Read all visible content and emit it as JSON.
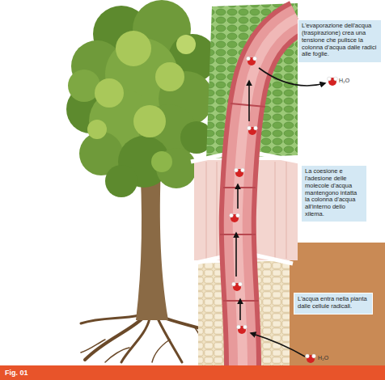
{
  "diagram": {
    "caption": "Fig. 01",
    "nodes": [
      {
        "text": [
          "L'evaporazione dell'acqua (traspirazione) crea una tensione che pulisce la colonna d'acqua dalle radici alle foglie."
        ]
      },
      {
        "text": [
          "La coesione e l'adesione delle molecole d'acqua mantengono intatta la colonna d'acqua all'interno dello xilema."
        ]
      },
      {
        "text": [
          "L'acqua entra nella pianta dalle cellule radicali."
        ]
      }
    ],
    "labels": [
      "H₂O",
      "H₂O"
    ]
  }
}
